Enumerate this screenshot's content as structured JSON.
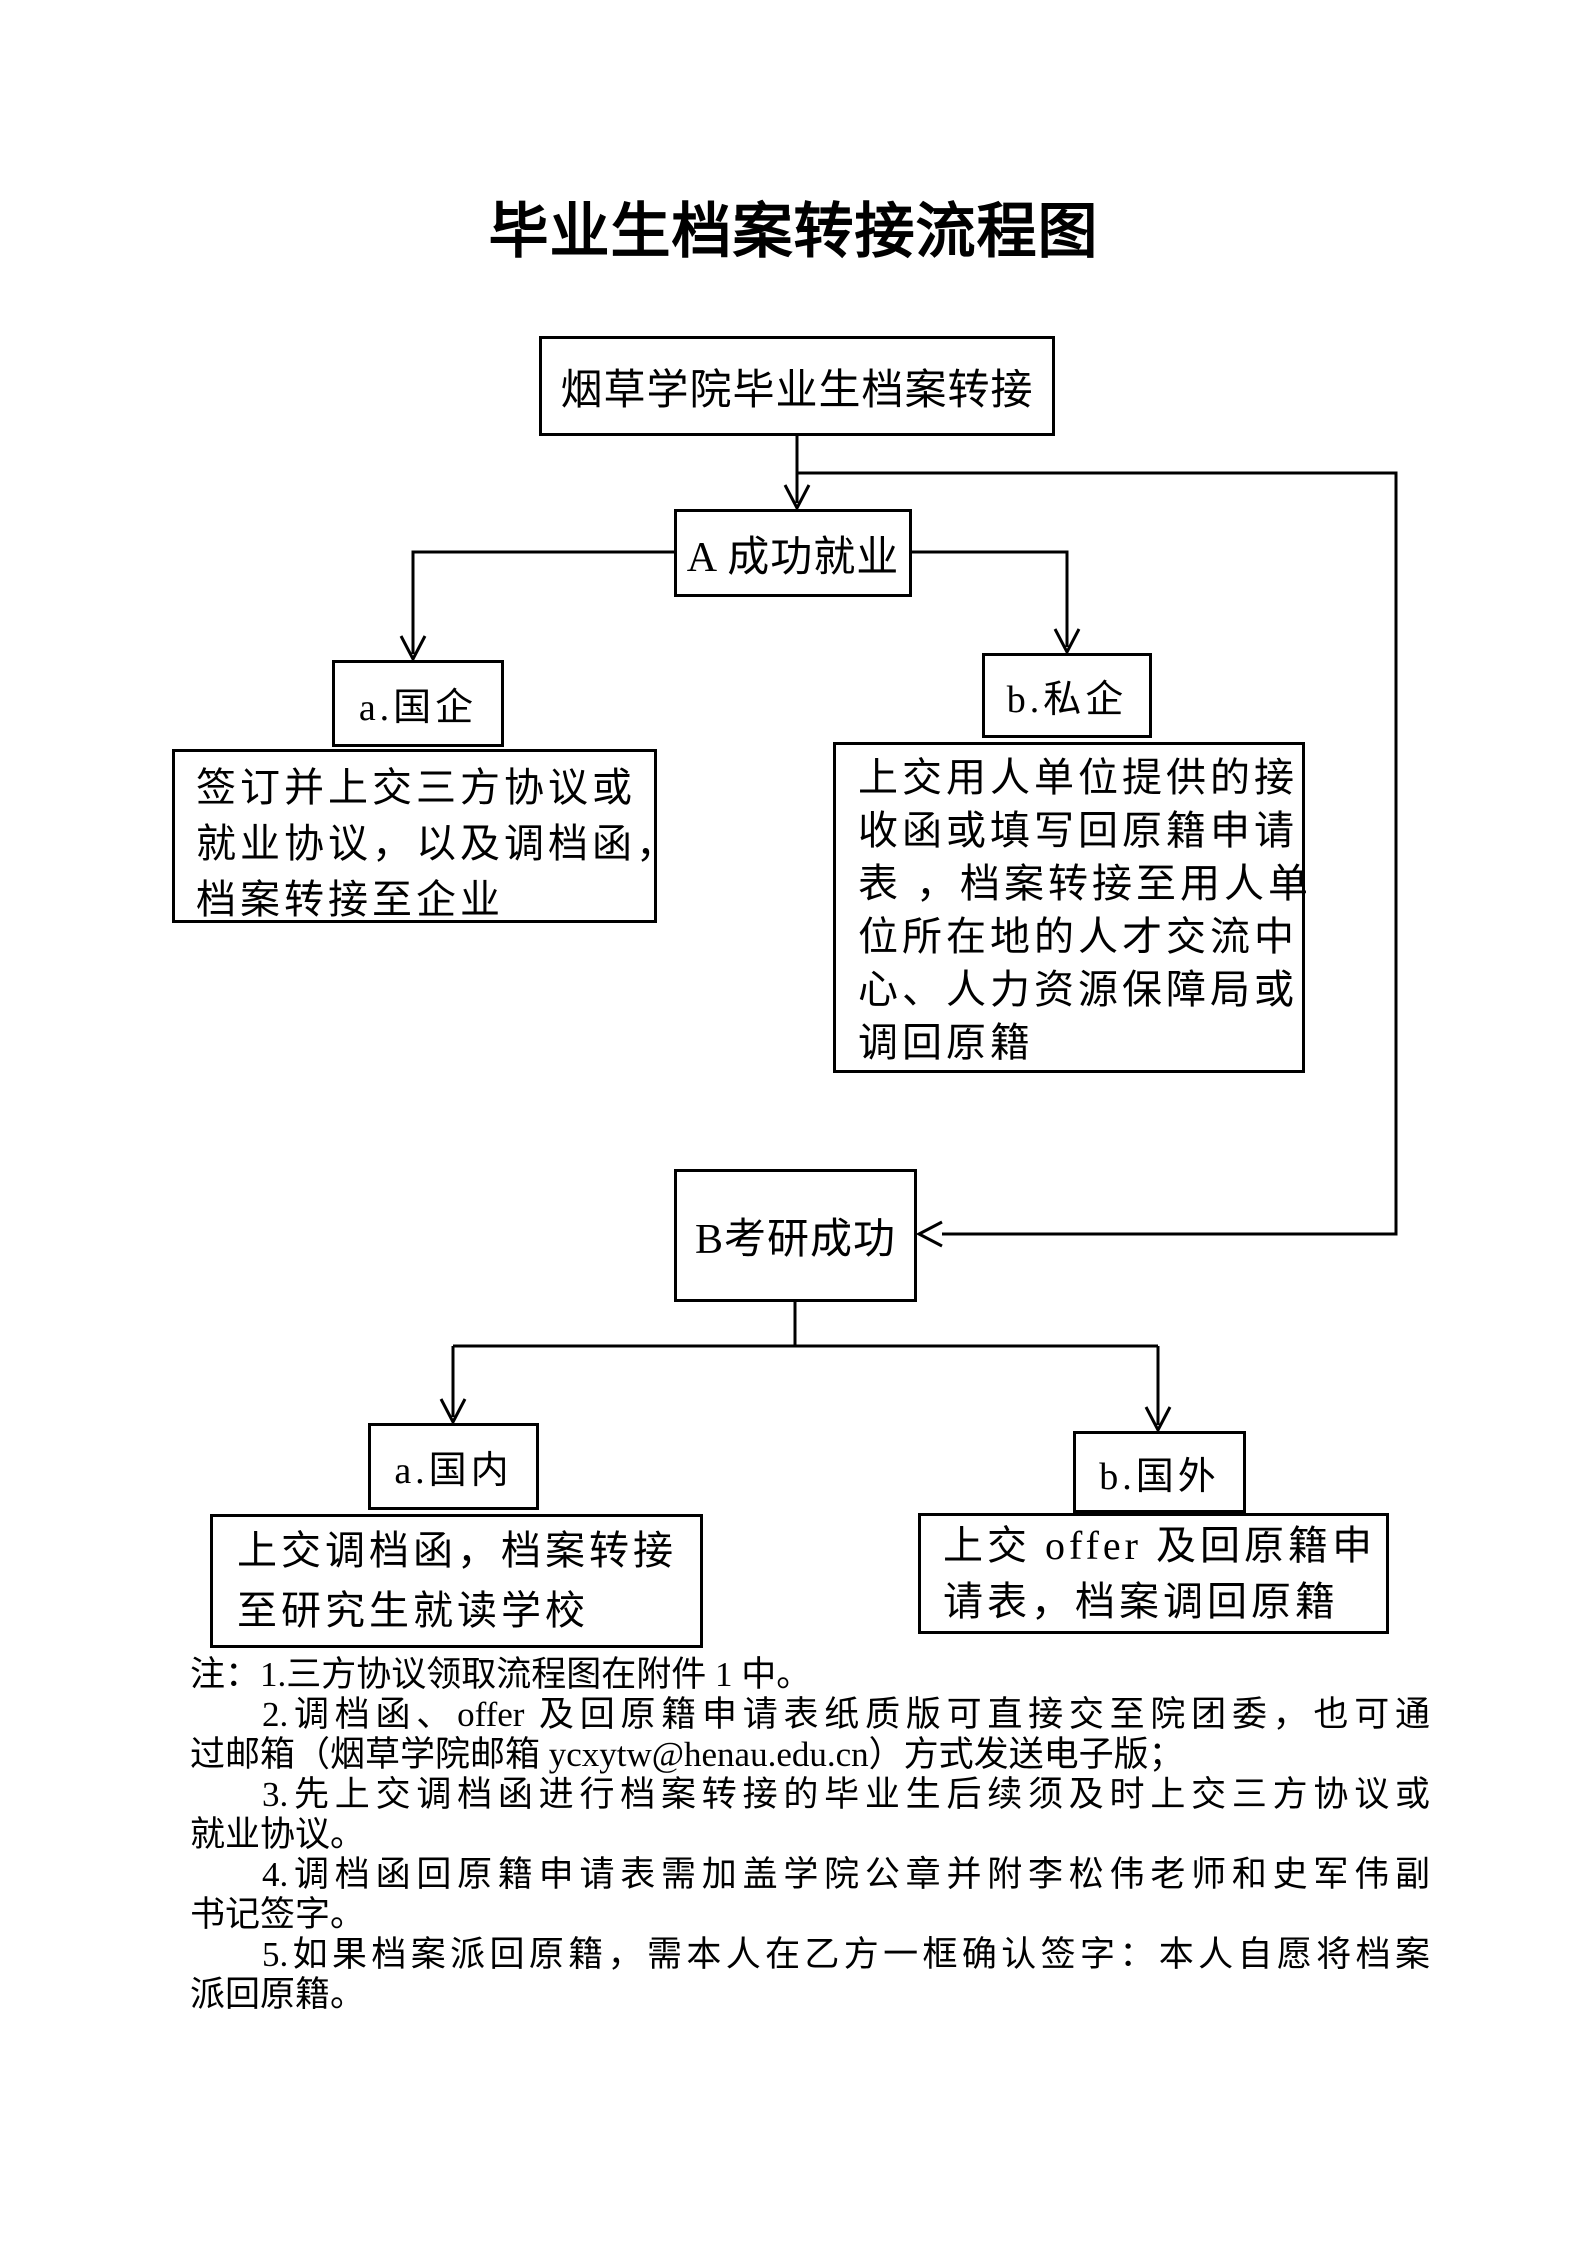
{
  "page": {
    "title": "毕业生档案转接流程图"
  },
  "flowchart": {
    "root": "烟草学院毕业生档案转接",
    "branch_a": "A 成功就业",
    "a1": "a.国企",
    "b1": "b.私企",
    "a1_detail": [
      "签订并上交三方协议或",
      "就业协议，以及调档函，",
      "档案转接至企业"
    ],
    "b1_detail": [
      "上交用人单位提供的接",
      "收函或填写回原籍申请",
      "表 ，档案转接至用人单",
      "位所在地的人才交流中",
      "心、人力资源保障局或",
      "调回原籍"
    ],
    "branch_b": "B考研成功",
    "a2": "a.国内",
    "b2": "b.国外",
    "a2_detail": [
      "上交调档函，档案转接",
      "至研究生就读学校"
    ],
    "b2_detail": [
      "上交 offer 及回原籍申",
      "请表，档案调回原籍"
    ]
  },
  "notes": {
    "lines": [
      "注：1.三方协议领取流程图在附件 1 中。",
      "2.调档函、offer 及回原籍申请表纸质版可直接交至院团委，也可通",
      "过邮箱（烟草学院邮箱 ycxytw@henau.edu.cn）方式发送电子版；",
      "3.先上交调档函进行档案转接的毕业生后续须及时上交三方协议或",
      "就业协议。",
      "4.调档函回原籍申请表需加盖学院公章并附李松伟老师和史军伟副",
      "书记签字。",
      "5.如果档案派回原籍，需本人在乙方一框确认签字：本人自愿将档案",
      "派回原籍。"
    ]
  }
}
